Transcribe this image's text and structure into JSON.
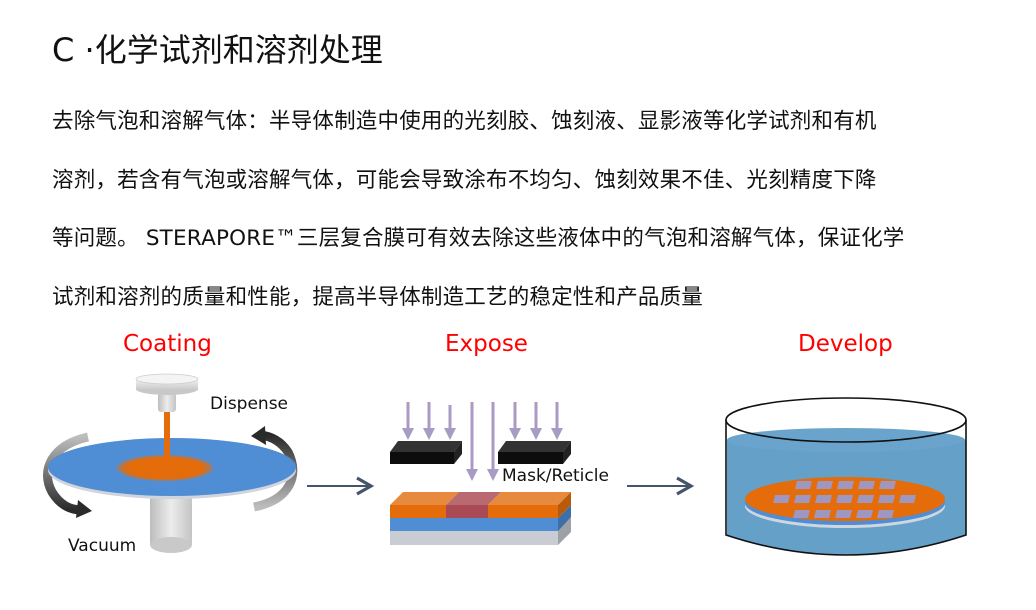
{
  "title": "C ·化学试剂和溶剂处理",
  "paragraph": {
    "lines": [
      "去除气泡和溶解气体：半导体制造中使用的光刻胶、蚀刻液、显影液等化学试剂和有机",
      "溶剂，若含有气泡或溶解气体，可能会导致涂布不均匀、蚀刻效果不佳、光刻精度下降",
      "等问题。 STERAPORE™三层复合膜可有效去除这些液体中的气泡和溶解气体，保证化学",
      "试剂和溶剂的质量和性能，提高半导体制造工艺的稳定性和产品质量"
    ]
  },
  "diagram": {
    "steps": [
      {
        "label": "Coating",
        "annotations": [
          "Dispense",
          "Vacuum"
        ]
      },
      {
        "label": "Expose",
        "annotations": [
          "Mask/Reticle"
        ]
      },
      {
        "label": "Develop",
        "annotations": []
      }
    ],
    "colors": {
      "step_label": "#ff0000",
      "wafer_blue": "#4f8ed4",
      "photoresist_orange": "#e46c0a",
      "exposed_region": "#a94a55",
      "light_rays": "#a89bc4",
      "mask": "#111111",
      "substrate_gray": "#c9ccd2",
      "developer_liquid": "#64a0c8",
      "die_squares": "#9f97bf",
      "flow_arrow": "#44546a"
    }
  }
}
